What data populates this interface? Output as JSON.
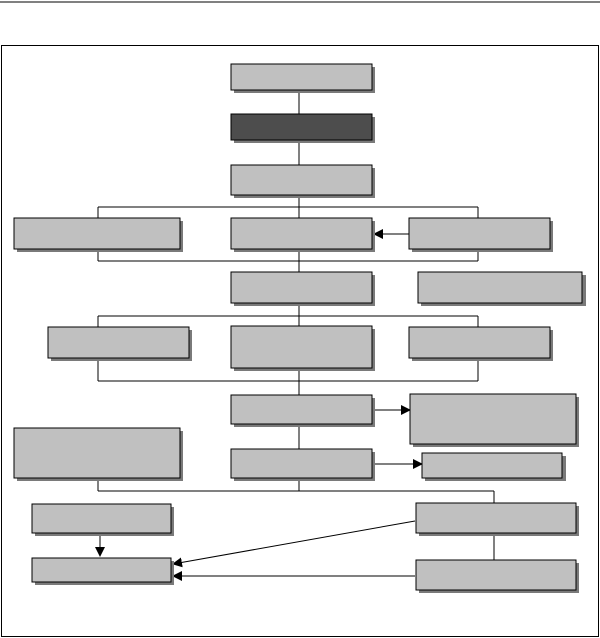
{
  "diagram": {
    "nodes": [
      {
        "id": "n1",
        "label": "",
        "style": "light"
      },
      {
        "id": "n2",
        "label": "",
        "style": "dark"
      },
      {
        "id": "n3",
        "label": "",
        "style": "light"
      },
      {
        "id": "n4-left",
        "label": "",
        "style": "light"
      },
      {
        "id": "n4-center",
        "label": "",
        "style": "light"
      },
      {
        "id": "n4-right",
        "label": "",
        "style": "light"
      },
      {
        "id": "n5-center",
        "label": "",
        "style": "light"
      },
      {
        "id": "n5-right",
        "label": "",
        "style": "light"
      },
      {
        "id": "n6-left",
        "label": "",
        "style": "light"
      },
      {
        "id": "n6-center",
        "label": "",
        "style": "light"
      },
      {
        "id": "n6-right",
        "label": "",
        "style": "light"
      },
      {
        "id": "n7-center",
        "label": "",
        "style": "light"
      },
      {
        "id": "n7-right",
        "label": "",
        "style": "light"
      },
      {
        "id": "n8-left",
        "label": "",
        "style": "light"
      },
      {
        "id": "n8-center",
        "label": "",
        "style": "light"
      },
      {
        "id": "n8-right",
        "label": "",
        "style": "light"
      },
      {
        "id": "n9-left",
        "label": "",
        "style": "light"
      },
      {
        "id": "n9-right",
        "label": "",
        "style": "light"
      },
      {
        "id": "n10-left",
        "label": "",
        "style": "light"
      },
      {
        "id": "n10-right",
        "label": "",
        "style": "light"
      }
    ],
    "arrows": [
      {
        "from": "n4-right",
        "to": "n4-center"
      },
      {
        "from": "n7-center",
        "to": "n7-right"
      },
      {
        "from": "n8-center",
        "to": "n8-right"
      },
      {
        "from": "n9-left",
        "to": "n10-left"
      },
      {
        "from": "n9-right",
        "to": "n10-left"
      },
      {
        "from": "n10-right",
        "to": "n10-left"
      }
    ],
    "colors": {
      "box": "#c0c0c0",
      "dark_box": "#4d4d4d",
      "shadow": "#7a7a7a",
      "line": "#000000"
    }
  }
}
